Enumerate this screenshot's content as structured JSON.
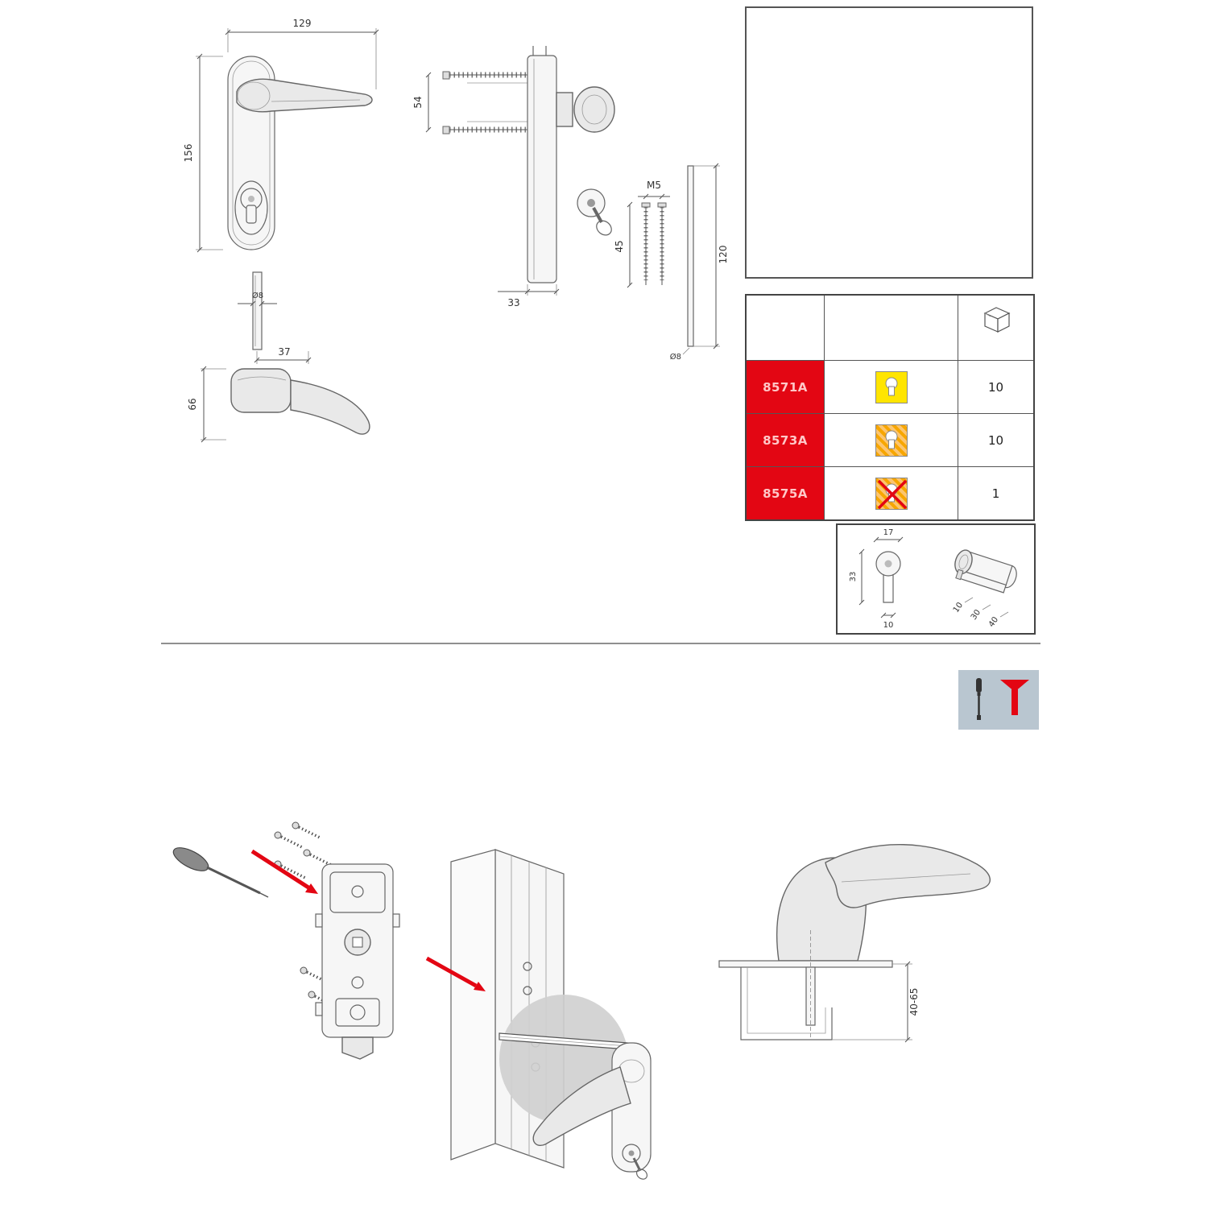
{
  "drawings": {
    "front_view": {
      "width_mm": "129",
      "height_mm": "156"
    },
    "handle_side_view": {
      "spindle_diameter": "Ø8",
      "projection_mm": "37",
      "height_mm": "66"
    },
    "assembly_side_view": {
      "screw_span_mm": "54",
      "plate_depth_mm": "33"
    },
    "fasteners": {
      "thread": "M5",
      "screw_length_mm": "45",
      "spindle_length_mm": "120",
      "spindle_diameter": "Ø8"
    },
    "cylinder_detail": {
      "width_mm": "17",
      "height_mm": "33",
      "foot_mm": "10",
      "euro_dims": [
        "10",
        "30",
        "40"
      ]
    },
    "installation_section": {
      "door_thickness_range_mm": "40-65"
    }
  },
  "table": {
    "rows": [
      {
        "code": "8571A",
        "cylinder_variant": "yellow-cylinder",
        "qty": "10"
      },
      {
        "code": "8573A",
        "cylinder_variant": "orange-cylinder",
        "qty": "10"
      },
      {
        "code": "8575A",
        "cylinder_variant": "no-cylinder",
        "qty": "1"
      }
    ]
  },
  "icons": {
    "packaging": "carton-box",
    "mounting_tools": "screwdriver-and-red-bit",
    "assembly_direction": "red-arrow"
  },
  "colors": {
    "code_red": "#e30613",
    "variant_yellow": "#ffe500",
    "variant_orange": "#f7a600",
    "toolbox_blue_gray": "#b9c6d0",
    "highlight_gray": "#cfcfcf",
    "line_gray": "#666666"
  }
}
